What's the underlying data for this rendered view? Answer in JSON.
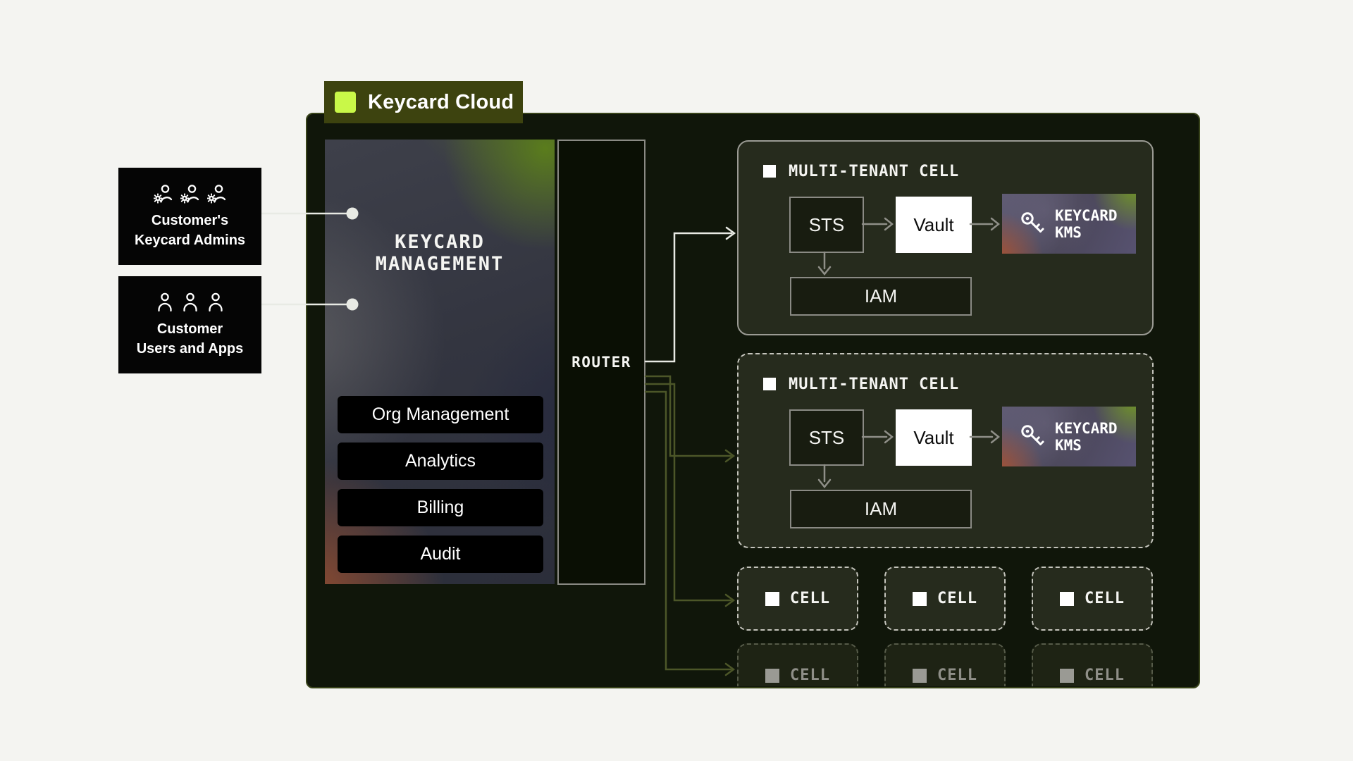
{
  "badge": {
    "label": "Keycard Cloud"
  },
  "actors": {
    "admins": {
      "line1": "Customer's",
      "line2": "Keycard Admins"
    },
    "users": {
      "line1": "Customer",
      "line2": "Users and Apps"
    }
  },
  "management": {
    "title_line1": "KEYCARD",
    "title_line2": "MANAGEMENT",
    "buttons": [
      "Org Management",
      "Analytics",
      "Billing",
      "Audit"
    ]
  },
  "router": {
    "label": "ROUTER"
  },
  "cells": {
    "cell1": {
      "label": "MULTI-TENANT CELL",
      "sts": "STS",
      "vault": "Vault",
      "kms_line1": "KEYCARD",
      "kms_line2": "KMS",
      "iam": "IAM"
    },
    "cell2": {
      "label": "MULTI-TENANT CELL",
      "sts": "STS",
      "vault": "Vault",
      "kms_line1": "KEYCARD",
      "kms_line2": "KMS",
      "iam": "IAM"
    }
  },
  "cell_grid": {
    "row1": [
      {
        "label": "CELL"
      },
      {
        "label": "CELL"
      },
      {
        "label": "CELL"
      }
    ],
    "row2": [
      {
        "label": "CELL"
      },
      {
        "label": "CELL"
      },
      {
        "label": "CELL"
      }
    ]
  },
  "colors": {
    "page_bg": "#f4f4f1",
    "container_bg": "#10160a",
    "badge_bg": "#3d430f",
    "badge_accent": "#c9f848",
    "box_black": "#050505",
    "line_white": "#e8eae4",
    "line_olive": "#4c5628",
    "arrow_gray": "#8f8f88",
    "cell_fill": "#262b1d",
    "cell_border": "#9b9b94",
    "dashed_border": "#c4c4bc",
    "dim_border": "#565b49",
    "dim_text": "#8f8f88",
    "vault_bg": "#ffffff"
  }
}
